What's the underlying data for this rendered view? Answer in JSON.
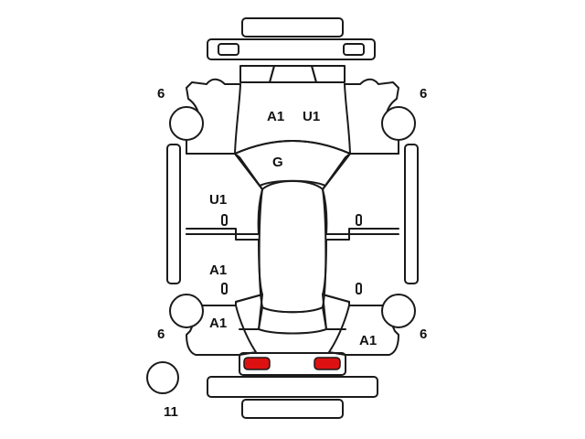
{
  "colors": {
    "outline": "#1a1a1a",
    "front_lamps": "#eeee22",
    "rear_lamps": "#dd1111",
    "background": "#ffffff"
  },
  "labels": {
    "front_left_wheel": "6",
    "front_right_wheel": "6",
    "rear_left_wheel": "6",
    "rear_right_wheel": "6",
    "spare_tire": "11",
    "hood_left": "A1",
    "hood_right": "U1",
    "windshield": "G",
    "front_left_door": "U1",
    "rear_left_door": "A1",
    "rear_left_quarter": "A1",
    "rear_right_quarter": "A1"
  }
}
